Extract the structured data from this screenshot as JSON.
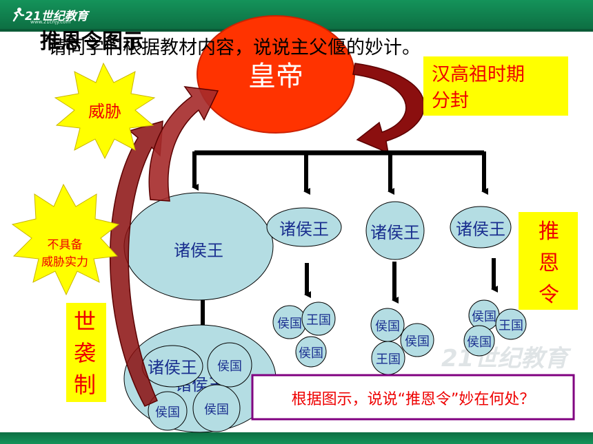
{
  "header": {
    "logo": "21世纪教育",
    "logo_sub": "www.21cnjy.com"
  },
  "titles": {
    "overlay_title": "推恩令图示",
    "instruction": "请同学们根据教材内容，说说主父偃的妙计。"
  },
  "emperor": "皇帝",
  "han_box": "汉高祖时期分封",
  "threat": "威胁",
  "no_threat": "不具备威胁实力",
  "hereditary": "世袭制",
  "tuienling": "推恩令",
  "big_king": "诸侯王",
  "kings": [
    "诸侯王",
    "诸侯王",
    "诸侯王"
  ],
  "group1": [
    "侯国",
    "王国",
    "侯国"
  ],
  "group2": [
    "侯国",
    "侯国",
    "王国"
  ],
  "group3": [
    "侯国",
    "王国",
    "侯国"
  ],
  "bottom_group": {
    "overlap_text": "诸侯王",
    "center": "诸侯王",
    "small": [
      "侯国",
      "侯国",
      "侯国"
    ]
  },
  "question": "根据图示，说说“推恩令”妙在何处？",
  "watermark": "21世纪教育",
  "colors": {
    "green": "#14935a",
    "emperor": "#ff3300",
    "circle": "#b4dde3",
    "yellow": "#ffff00",
    "dark_red": "#8b0f0f",
    "blue_text": "#1a2f8f",
    "red_text": "#ee0000",
    "purple": "#800080"
  }
}
